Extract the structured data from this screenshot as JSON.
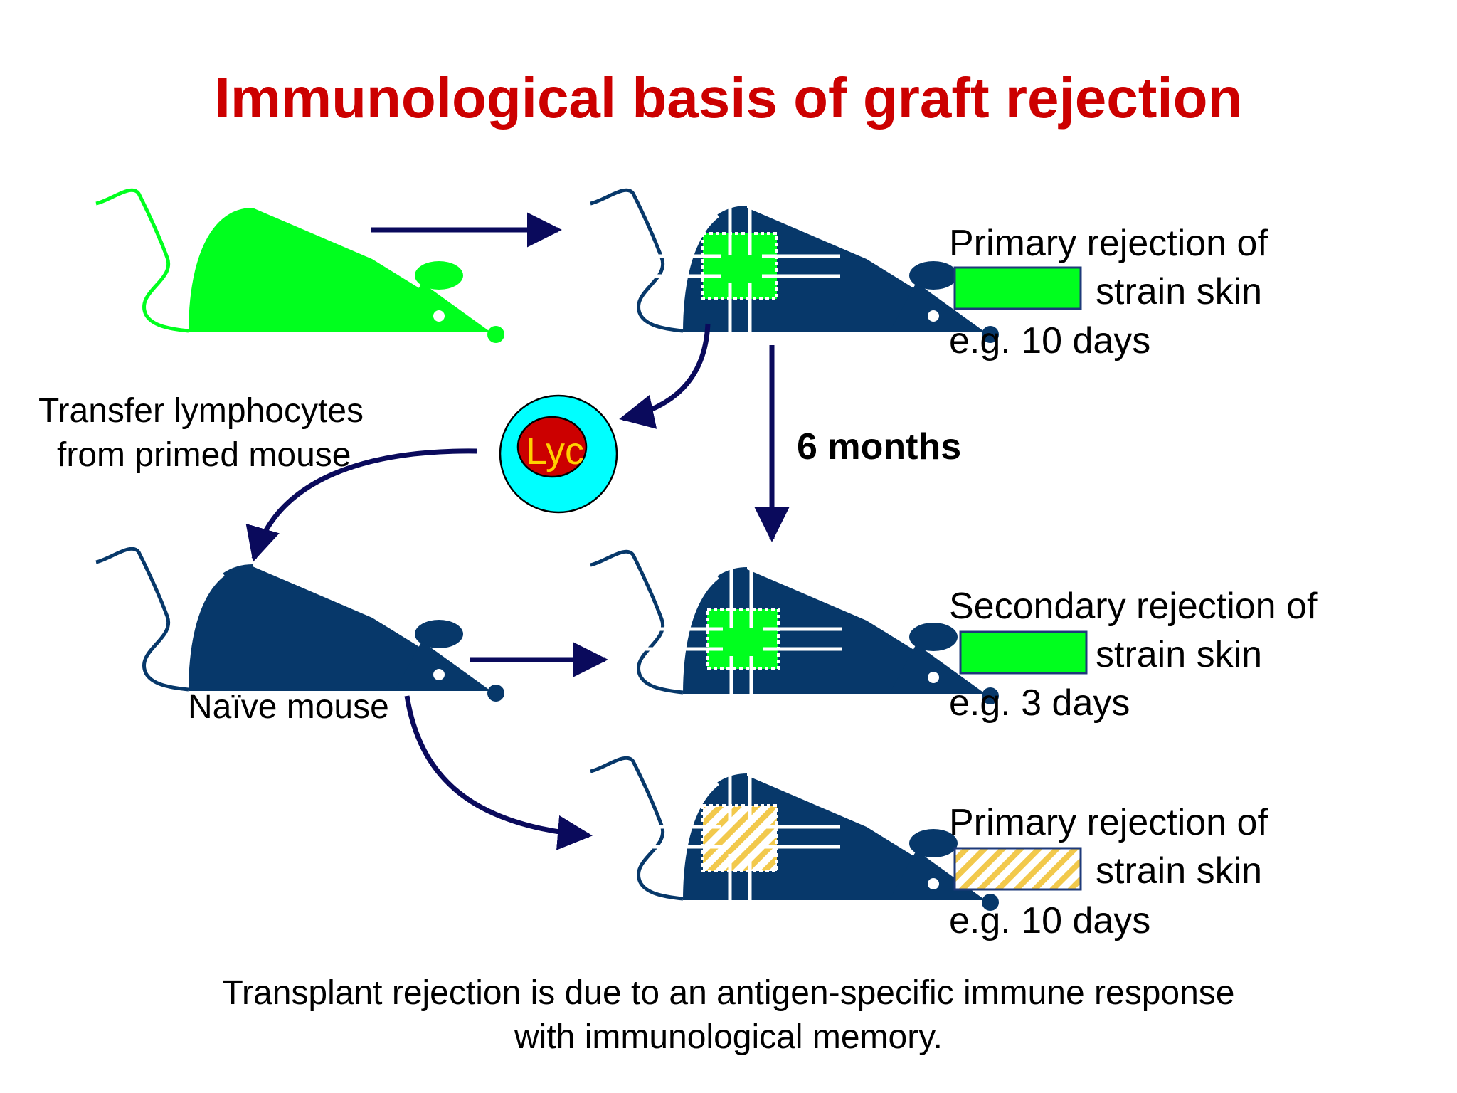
{
  "title": "Immunological basis of graft rejection",
  "panels": {
    "top": {
      "line1": "Primary rejection of",
      "line2": "strain skin",
      "line3": "e.g. 10 days"
    },
    "middle": {
      "line1": "Secondary rejection of",
      "line2": "strain skin",
      "line3": "e.g. 3 days"
    },
    "bottom": {
      "line1": "Primary rejection of",
      "line2": "strain skin",
      "line3": "e.g. 10 days"
    }
  },
  "labels": {
    "transfer_line1": "Transfer lymphocytes",
    "transfer_line2": "from primed mouse",
    "naive": "Naïve mouse",
    "months": "6 months",
    "lyc": "Lyc"
  },
  "footer": {
    "line1": "Transplant rejection is due to an antigen-specific immune response",
    "line2": "with immunological memory."
  },
  "colors": {
    "title": "#cc0000",
    "mouse_dark": "#07386a",
    "mouse_green": "#00ff1e",
    "arrow": "#0a0a5c",
    "graft_green": "#00ff1e",
    "graft_yellow": "#f2c94c",
    "lyc_outer": "#00ffff",
    "lyc_inner": "#cc0000",
    "lyc_text": "#ffd000"
  }
}
